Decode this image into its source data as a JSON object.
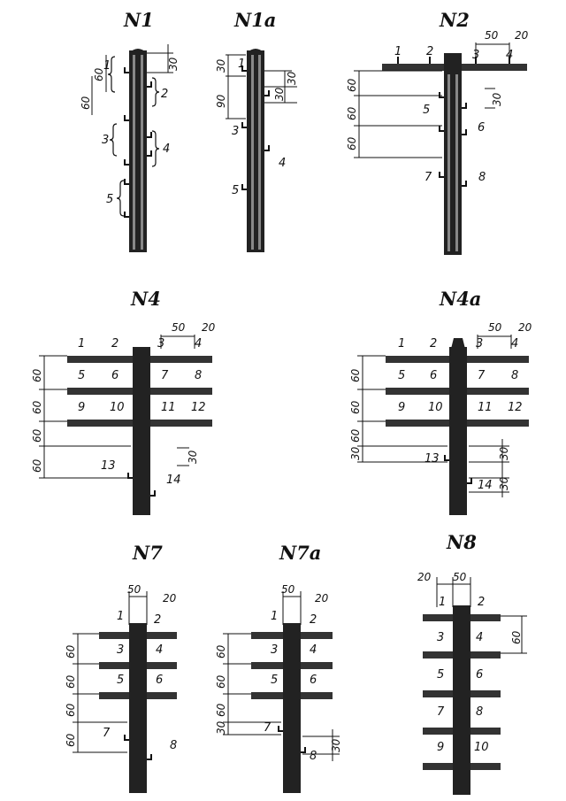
{
  "titles": {
    "n1": "N1",
    "n1a": "N1a",
    "n2": "N2",
    "n4": "N4",
    "n4a": "N4a",
    "n7": "N7",
    "n7a": "N7a",
    "n8": "N8"
  },
  "n1": {
    "labels": [
      "1",
      "2",
      "3",
      "4",
      "5"
    ],
    "dims": [
      "30",
      "60",
      "60"
    ]
  },
  "n1a": {
    "labels": [
      "1",
      "3",
      "4",
      "5"
    ],
    "dims": [
      "30",
      "90",
      "30",
      "30"
    ]
  },
  "n2": {
    "labels": [
      "1",
      "2",
      "3",
      "4",
      "5",
      "6",
      "7",
      "8"
    ],
    "dims": [
      "50",
      "20",
      "60",
      "60",
      "60",
      "30"
    ]
  },
  "n4": {
    "labels": [
      "1",
      "2",
      "3",
      "4",
      "5",
      "6",
      "7",
      "8",
      "9",
      "10",
      "11",
      "12",
      "13",
      "14"
    ],
    "dims": [
      "50",
      "20",
      "60",
      "60",
      "60",
      "60",
      "30"
    ]
  },
  "n4a": {
    "labels": [
      "1",
      "2",
      "3",
      "4",
      "5",
      "6",
      "7",
      "8",
      "9",
      "10",
      "11",
      "12",
      "13",
      "14"
    ],
    "dims": [
      "50",
      "20",
      "60",
      "60",
      "60",
      "30",
      "30",
      "30"
    ]
  },
  "n7": {
    "labels": [
      "1",
      "2",
      "3",
      "4",
      "5",
      "6",
      "7",
      "8"
    ],
    "dims": [
      "50",
      "20",
      "60",
      "60",
      "60",
      "60"
    ]
  },
  "n7a": {
    "labels": [
      "1",
      "2",
      "3",
      "4",
      "5",
      "6",
      "7",
      "8"
    ],
    "dims": [
      "50",
      "20",
      "60",
      "60",
      "60",
      "30",
      "30"
    ]
  },
  "n8": {
    "labels": [
      "1",
      "2",
      "3",
      "4",
      "5",
      "6",
      "7",
      "8",
      "9",
      "10"
    ],
    "dims": [
      "20",
      "50",
      "60"
    ]
  }
}
